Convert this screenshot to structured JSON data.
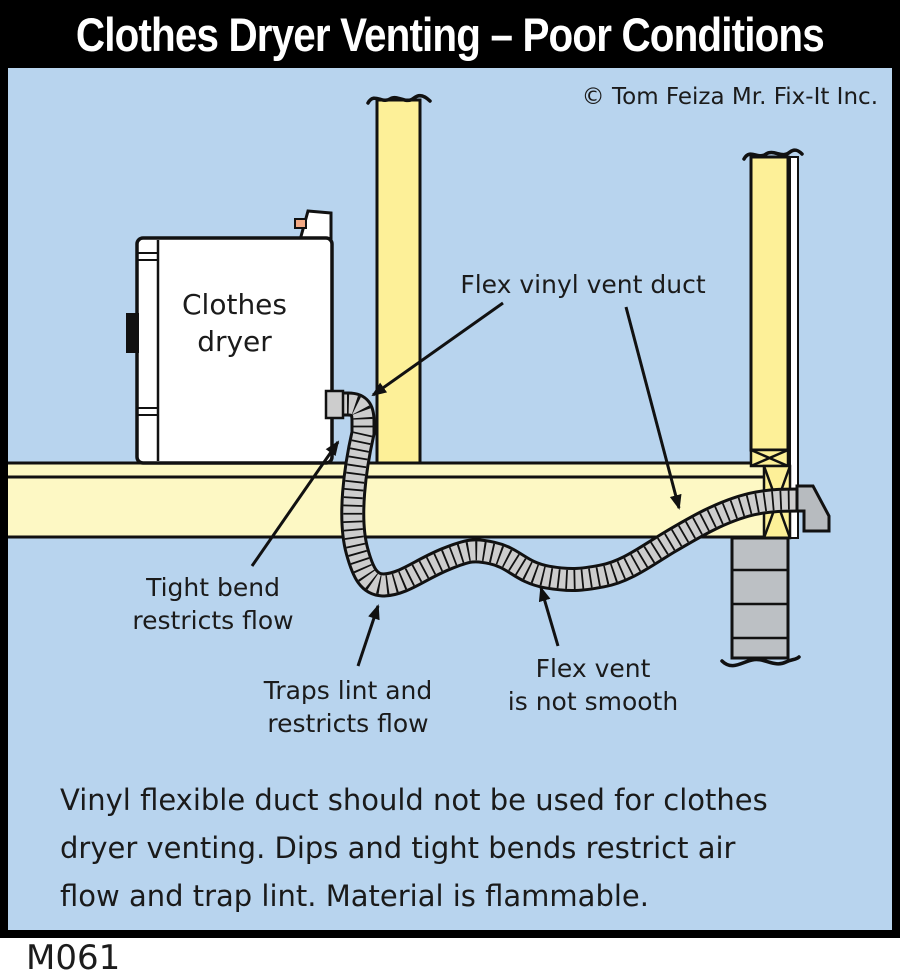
{
  "title": "Clothes Dryer Venting – Poor Conditions",
  "copyright": "© Tom Feiza Mr. Fix-It Inc.",
  "figure_id": "M061",
  "colors": {
    "background_blue": "#b8d4ee",
    "title_bar": "#000000",
    "title_text": "#ffffff",
    "floor_wood": "#fdf8c4",
    "stud_wood": "#fdf098",
    "duct_gray": "#cdcdcd",
    "metal_gray": "#b7bbbf",
    "foundation_gray": "#bcc0c4",
    "button_orange": "#f2a984",
    "line_black": "#111111"
  },
  "diagram": {
    "dryer_label": {
      "line1": "Clothes",
      "line2": "dryer"
    },
    "labels": {
      "flex_vinyl": "Flex vinyl vent duct",
      "tight_bend_1": "Tight bend",
      "tight_bend_2": "restricts flow",
      "traps_1": "Traps lint and",
      "traps_2": "restricts flow",
      "flex_vent_1": "Flex vent",
      "flex_vent_2": "is not smooth"
    }
  },
  "caption": {
    "line1": "Vinyl flexible duct should not be used for clothes",
    "line2": "dryer venting. Dips and tight bends restrict air",
    "line3": "flow and trap lint. Material is flammable."
  }
}
